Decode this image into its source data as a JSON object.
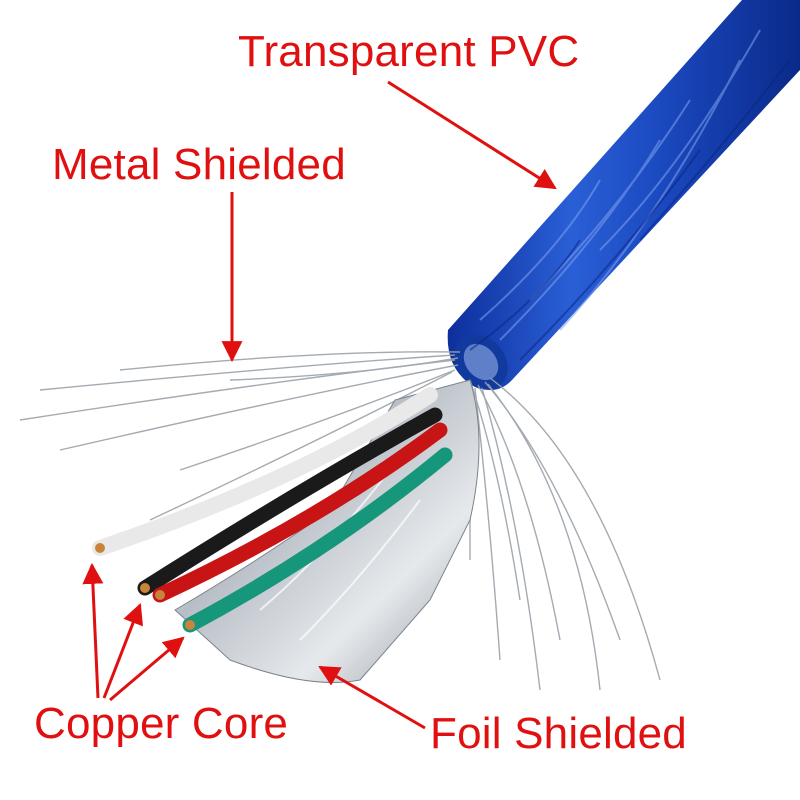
{
  "labels": {
    "transparent_pvc": "Transparent PVC",
    "metal_shielded": "Metal Shielded",
    "copper_core": "Copper Core",
    "foil_shielded": "Foil Shielded"
  },
  "colors": {
    "label": "#e01010",
    "arrow": "#e01010",
    "jacket": "#1e50c8",
    "wire_white": "#f2f2f2",
    "wire_black": "#1a1a1a",
    "wire_red": "#c81414",
    "wire_green": "#16967a",
    "copper": "#c8843c",
    "foil": "#c8ccd2",
    "braid": "#9aa2aa"
  }
}
